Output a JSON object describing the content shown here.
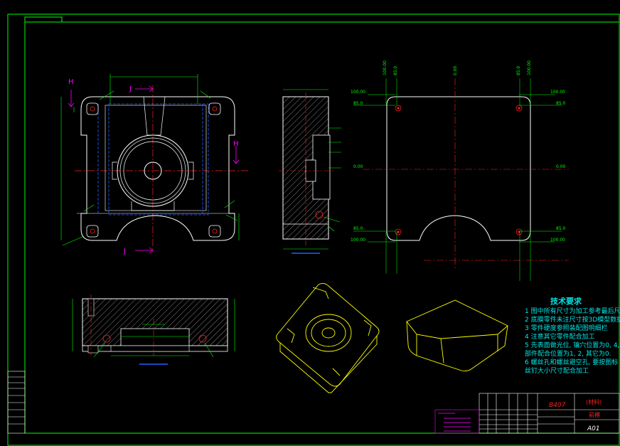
{
  "section_labels": {
    "top_cut": "H",
    "right_cut": "H",
    "side_cut_top": "J",
    "side_cut_bottom": "J"
  },
  "tech_requirements": {
    "heading": "技术要求",
    "items": [
      "1 图中所有尺寸为加工参考最后尺",
      "2 底膜零件未注尺寸按3D模型数据",
      "3 零件硬度参照装配图明细栏",
      "4 注意其它零件配合加工",
      "5 先表面做光位, 镶穴位置为0, 4,",
      "  部件配合位置为1, 2, 其它为0.",
      "6 螺丝孔和螺丝避空孔, 要按图标",
      "  丝钉大小尺寸配合加工"
    ]
  },
  "coord_labels": {
    "top": [
      "100.00",
      "85.0",
      "0.00",
      "85.0",
      "100.00"
    ],
    "left": [
      "100.00",
      "85.0",
      "0.00",
      "85.0",
      "100.00"
    ],
    "right": [
      "100.00",
      "85.0",
      "0.00",
      "85.0",
      "100.00"
    ]
  },
  "title_block": {
    "drawing_no": "B407",
    "material_label": "(材料)",
    "part_name": "前模",
    "sheet_code": "A01"
  },
  "colors": {
    "outline": "#ffffff",
    "dim": "#00ff00",
    "center": "#ff2020",
    "hidden": "#2060ff",
    "iso": "#ffff00",
    "note": "#00e5e5",
    "magenta": "#ff00ff"
  }
}
